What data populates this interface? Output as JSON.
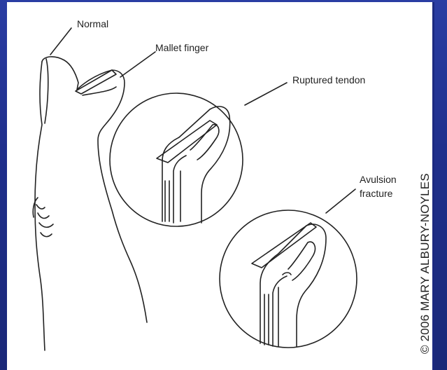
{
  "labels": {
    "normal": "Normal",
    "mallet_finger": "Mallet finger",
    "ruptured_tendon": "Ruptured tendon",
    "avulsion_fracture_line1": "Avulsion",
    "avulsion_fracture_line2": "fracture"
  },
  "copyright": "© 2006 MARY ALBURY-NOYLES",
  "colors": {
    "background": "#1f2f8c",
    "panel": "#ffffff",
    "ink": "#222222"
  }
}
